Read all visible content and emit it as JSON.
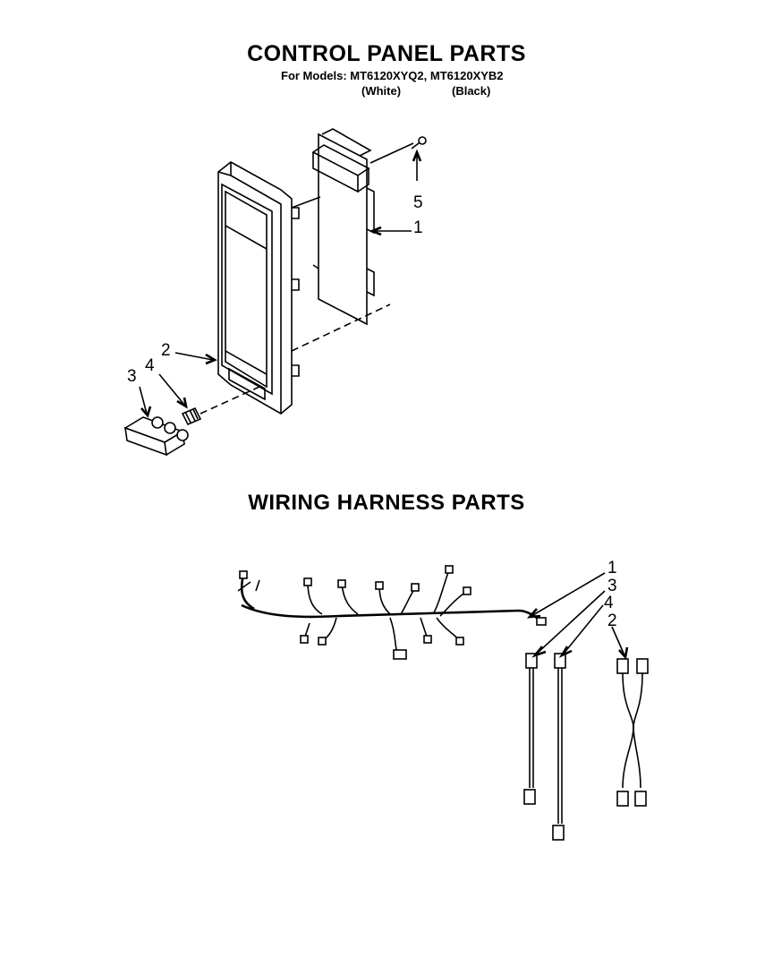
{
  "control_panel": {
    "title": "CONTROL PANEL PARTS",
    "models_line": "For Models: MT6120XYQ2, MT6120XYB2",
    "variant_white": "(White)",
    "variant_black": "(Black)",
    "callouts": [
      "5",
      "1",
      "2",
      "4",
      "3"
    ]
  },
  "wiring_harness": {
    "title": "WIRING HARNESS PARTS",
    "callouts": [
      "1",
      "3",
      "4",
      "2"
    ]
  }
}
